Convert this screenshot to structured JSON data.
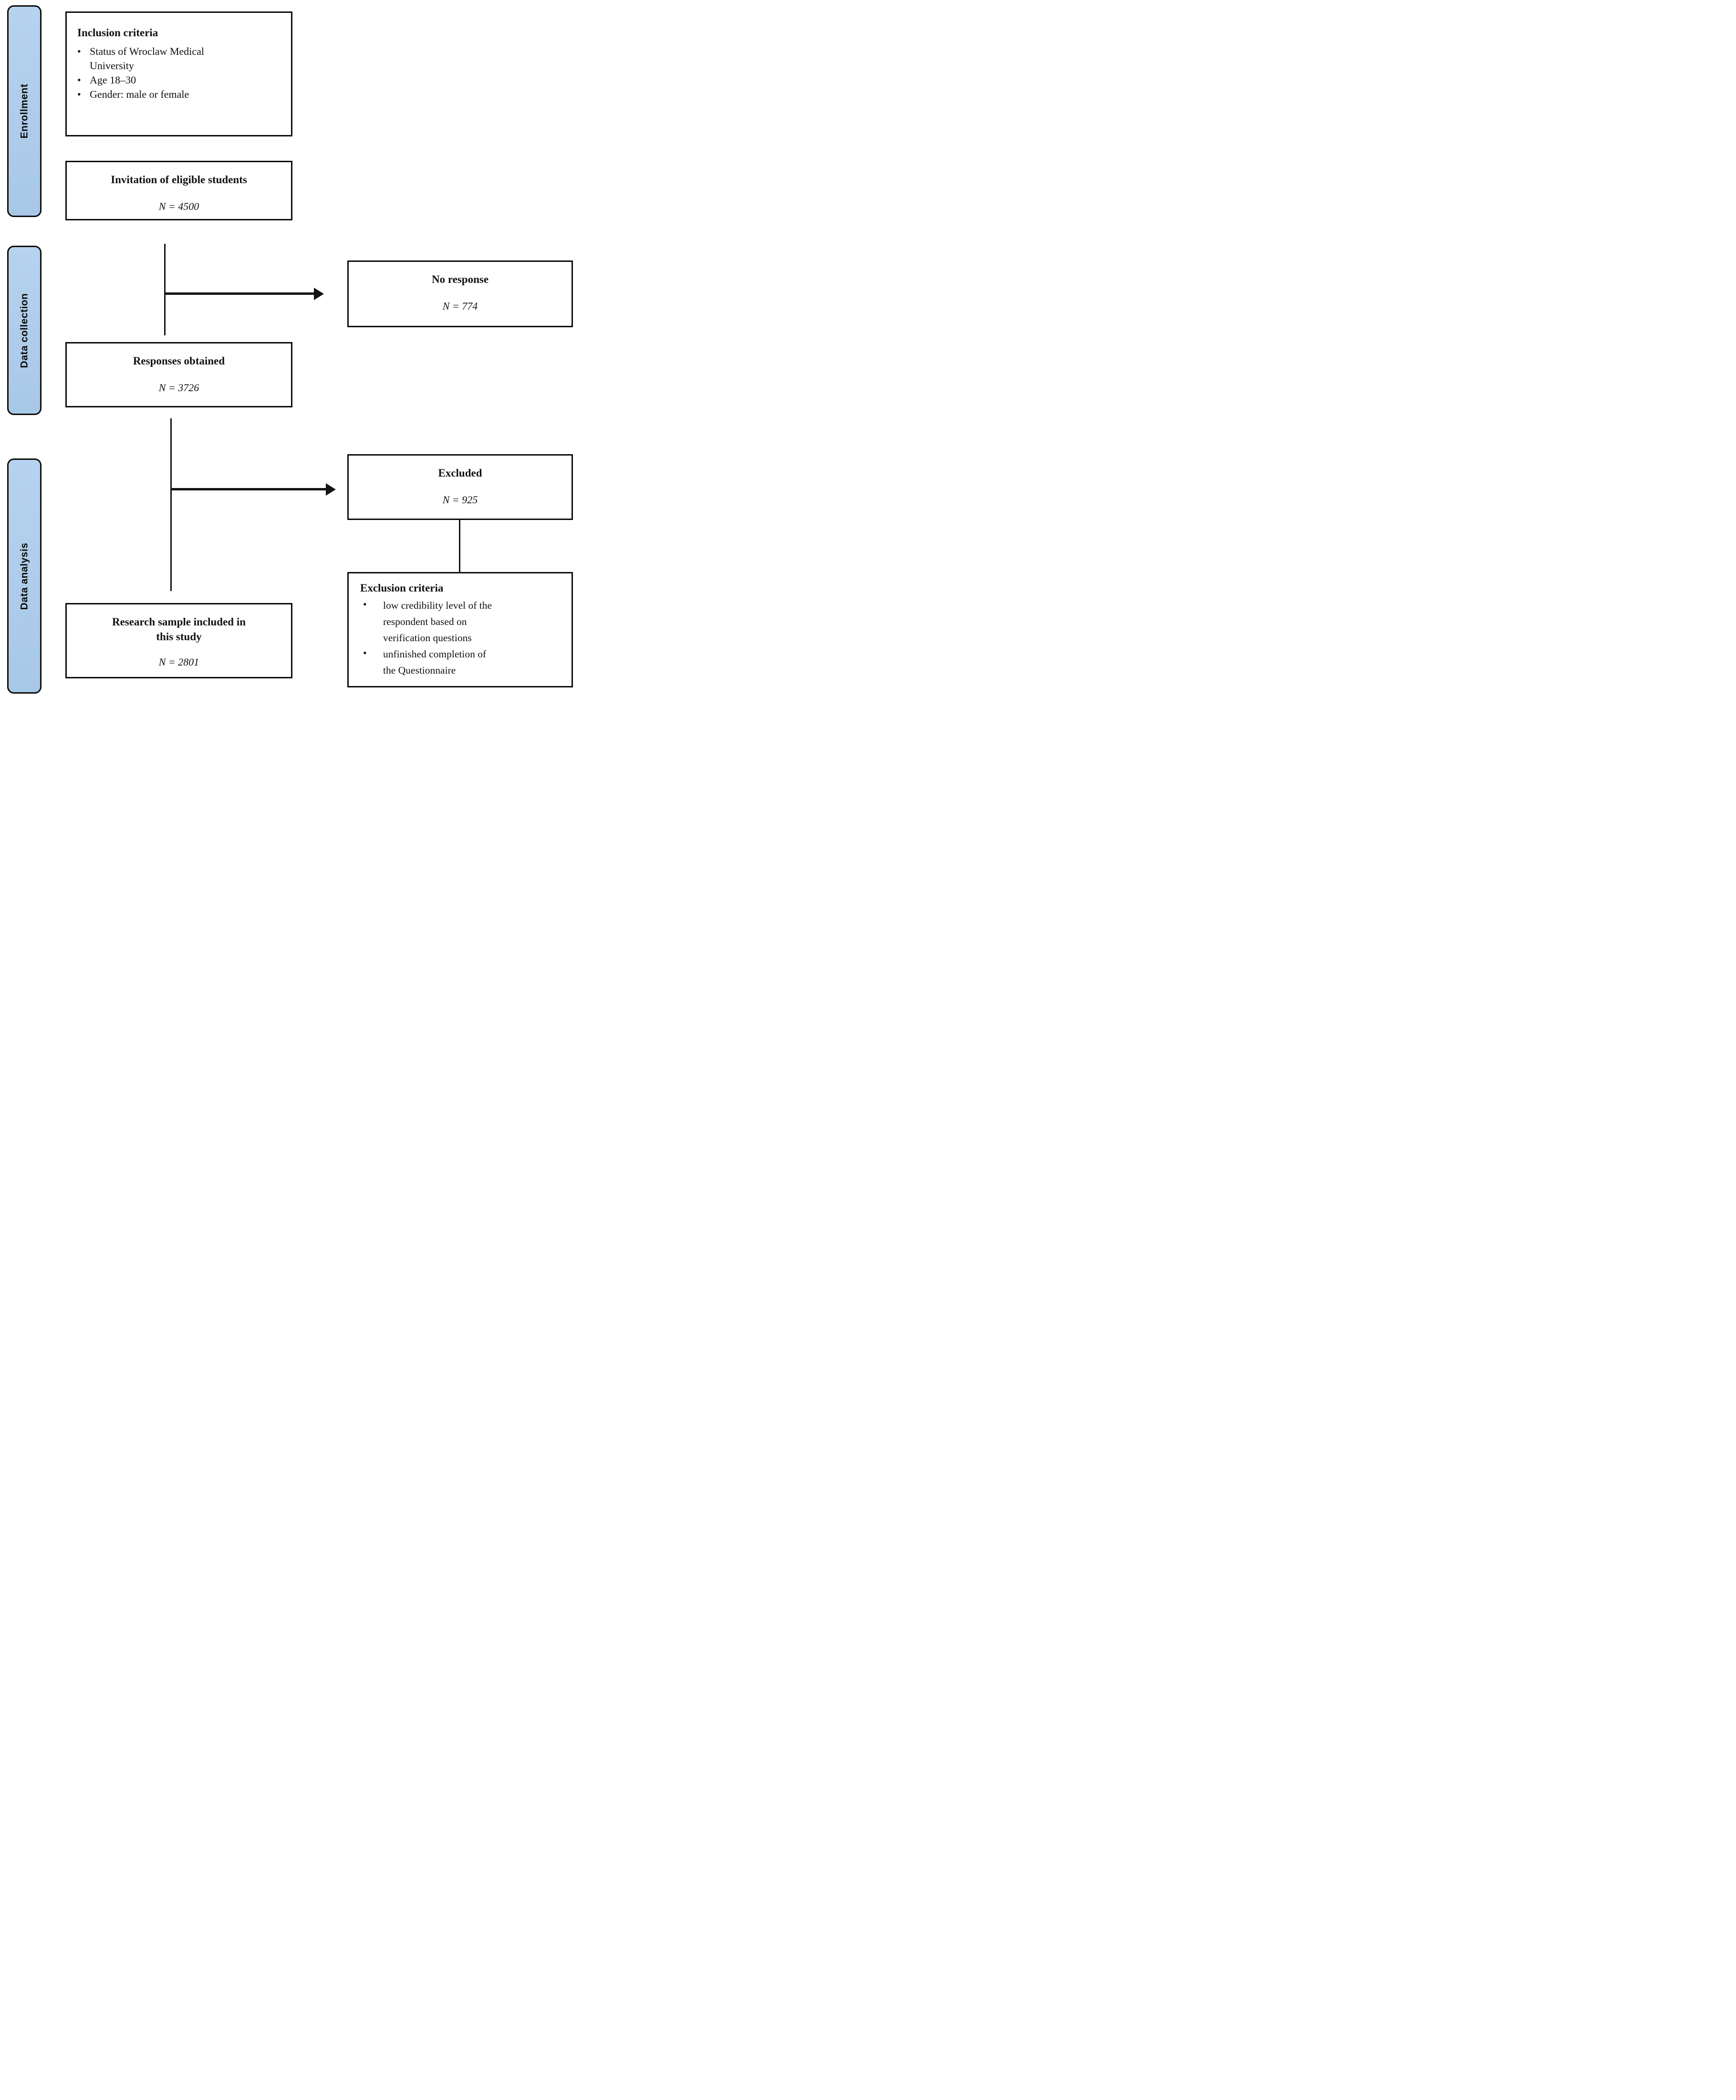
{
  "figure": {
    "type": "flowchart",
    "description": "Study enrollment flow diagram"
  },
  "colors": {
    "background": "#ffffff",
    "text": "#111111",
    "box_border": "#0d0d0d",
    "line": "#141414",
    "pill_fill": "#a8c8e8",
    "pill_fill_light": "#b6d2ee",
    "pill_border": "#0d0d0d"
  },
  "stages": {
    "enrollment": {
      "label": "Enrollment"
    },
    "data_collection": {
      "label": "Data collection"
    },
    "data_analysis": {
      "label": "Data analysis"
    }
  },
  "boxes": {
    "inclusion": {
      "title": "Inclusion criteria",
      "bullet_dot": "•",
      "bullet1_lines": [
        "Status of Wroclaw Medical",
        "University"
      ],
      "bullet2_lines": [
        "Age 18–30"
      ],
      "bullet3_lines": [
        "Gender: male or female"
      ]
    },
    "invitation": {
      "title": "Invitation of eligible students",
      "n": "N = 4500"
    },
    "no_response": {
      "title": "No response",
      "n": "N = 774"
    },
    "responses": {
      "title": "Responses obtained",
      "n": "N = 3726"
    },
    "excluded": {
      "title": "Excluded",
      "n": "N = 925"
    },
    "research_sample": {
      "title_lines": [
        "Research sample included in",
        "this study"
      ],
      "n": "N = 2801"
    },
    "exclusion": {
      "title": "Exclusion criteria",
      "bullet_dot": "•",
      "bullet1_lines": [
        "low credibility level of the",
        "respondent based on",
        "verification questions"
      ],
      "bullet2_lines": [
        "unfinished completion of",
        "the Questionnaire"
      ]
    }
  }
}
